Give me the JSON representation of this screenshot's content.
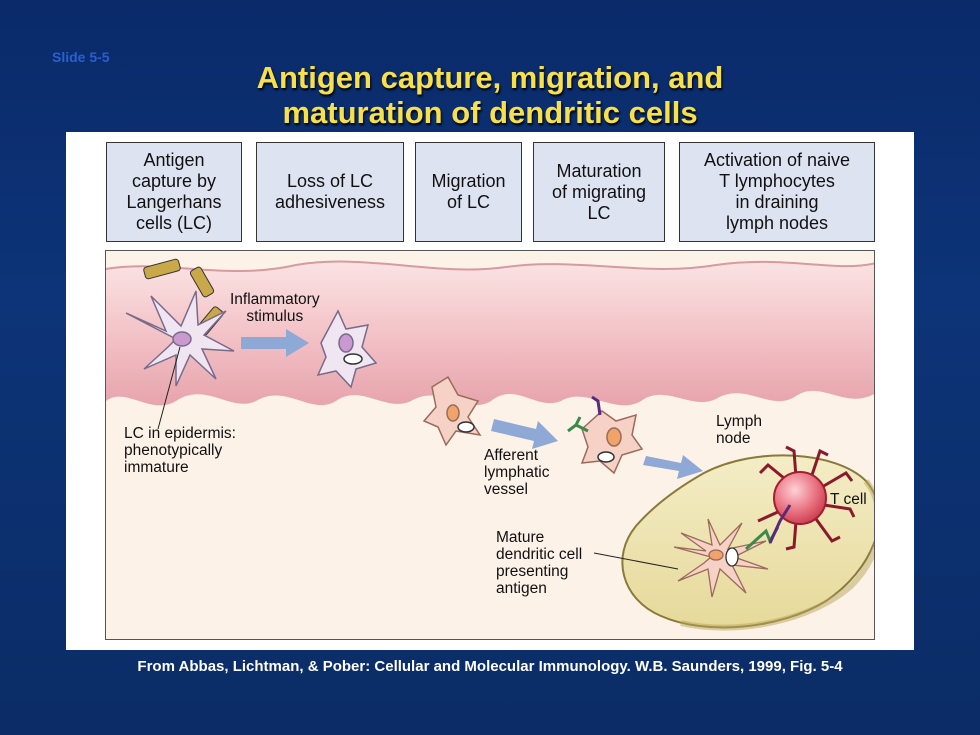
{
  "slide_number": "Slide 5-5",
  "title": {
    "line1": "Antigen capture, migration, and",
    "line2": "maturation of dendritic cells"
  },
  "steps": [
    "Antigen\ncapture by\nLangerhans\ncells (LC)",
    "Loss of LC\nadhesiveness",
    "Migration\nof LC",
    "Maturation\nof migrating\nLC",
    "Activation of naive\nT lymphocytes\nin draining\nlymph nodes"
  ],
  "labels": {
    "inflammatory": "Inflammatory\nstimulus",
    "lc_epidermis": "LC in epidermis:\nphenotypically\nimmature",
    "afferent": "Afferent\nlymphatic\nvessel",
    "lymph_node": "Lymph\nnode",
    "t_cell": "T cell",
    "mature_dc": "Mature\ndendritic cell\npresenting\nantigen"
  },
  "credit": "From Abbas, Lichtman, & Pober: Cellular and Molecular Immunology. W.B. Saunders, 1999, Fig. 5-4",
  "colors": {
    "background": "#0b2c66",
    "title": "#f7e04a",
    "step_box": "#dde3f1",
    "epidermis": "#f2c0c6",
    "dermis": "#fdf2e8",
    "lymph_node": "#efe6b8",
    "arrow": "#8fa9d6"
  }
}
